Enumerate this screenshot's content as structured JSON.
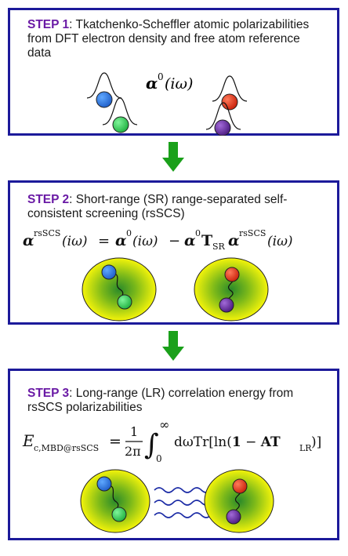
{
  "colors": {
    "border": "#1c1a9a",
    "step_label": "#6a1aa5",
    "arrow": "#1aa01a",
    "atom_blue": "#1f6ed8",
    "atom_green": "#2fd050",
    "atom_red": "#e0301a",
    "atom_purple": "#6a2aa0",
    "sphere_outer": "#f2f20a",
    "sphere_inner": "#2f9a2a"
  },
  "steps": [
    {
      "label": "STEP 1",
      "text": ": Tkatchenko-Scheffler atomic polarizabilities from DFT electron density and free atom reference data"
    },
    {
      "label": "STEP 2",
      "text": ": Short-range (SR) range-separated self-consistent screening (rsSCS)"
    },
    {
      "label": "STEP 3",
      "text": ": Long-range (LR) correlation energy from rsSCS polarizabilities"
    }
  ],
  "formulas": {
    "f1": {
      "alpha": "α",
      "sup0": "0",
      "arg": "(iω)"
    },
    "f2": {
      "lhs_alpha": "α",
      "lhs_sup": "rsSCS",
      "lhs_arg": "(iω)",
      "eq": "=",
      "t1_alpha": "α",
      "t1_sup": "0",
      "t1_arg": "(iω)",
      "minus": "−",
      "t2_alpha": "α",
      "t2_sup": "0",
      "t2_T": "T",
      "t2_T_sub": "SR",
      "t2_alpha2": "α",
      "t2_sup2": "rsSCS",
      "t2_arg": "(iω)"
    },
    "f3": {
      "E": "E",
      "E_sub": "c,MBD@rsSCS",
      "eq": "=",
      "frac_num": "1",
      "frac_den": "2π",
      "integral": "∫",
      "int_upper": "∞",
      "int_lower": "0",
      "integrand_a": "dωTr[ln(",
      "integrand_one": "1",
      "integrand_minus": " − ",
      "integrand_AT": "AT",
      "integrand_sub": "LR",
      "integrand_close": ")]"
    }
  }
}
